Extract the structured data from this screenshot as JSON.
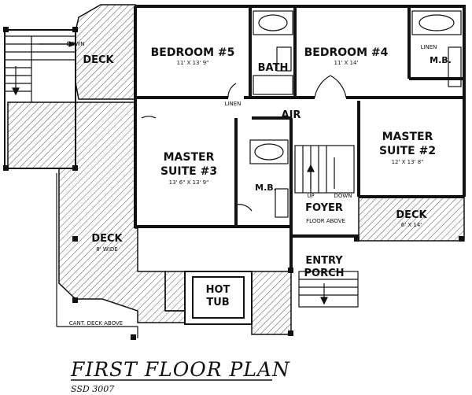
{
  "plan": {
    "title": "FIRST FLOOR PLAN",
    "code": "SSD 3007"
  },
  "rooms": {
    "bedroom5": {
      "name": "BEDROOM #5",
      "dims": "11' X 13' 9\""
    },
    "bedroom4": {
      "name": "BEDROOM #4",
      "dims": "11' X 14'"
    },
    "bath": {
      "name": "BATH"
    },
    "mb_top": {
      "name": "M.B."
    },
    "linen_top": {
      "name": "LINEN"
    },
    "linen_mid": {
      "name": "LINEN"
    },
    "air": {
      "name": "AIR"
    },
    "master3": {
      "line1": "MASTER",
      "line2": "SUITE #3",
      "dims": "13' 6\" X 13' 9\""
    },
    "mb_mid": {
      "name": "M.B."
    },
    "master2": {
      "line1": "MASTER",
      "line2": "SUITE #2",
      "dims": "12' X 13' 8\""
    },
    "foyer": {
      "name": "FOYER",
      "note": "FLOOR ABOVE",
      "up": "UP",
      "down": "DOWN"
    },
    "deck_right": {
      "name": "DECK",
      "dims": "6' X 14'"
    },
    "deck_top": {
      "name": "DECK",
      "down": "DOWN"
    },
    "deck_left": {
      "name": "DECK",
      "dims": "8' WIDE"
    },
    "hot_tub": {
      "line1": "HOT",
      "line2": "TUB"
    },
    "entry": {
      "line1": "ENTRY",
      "line2": "PORCH"
    },
    "cant_note": "CANT. DECK ABOVE"
  }
}
